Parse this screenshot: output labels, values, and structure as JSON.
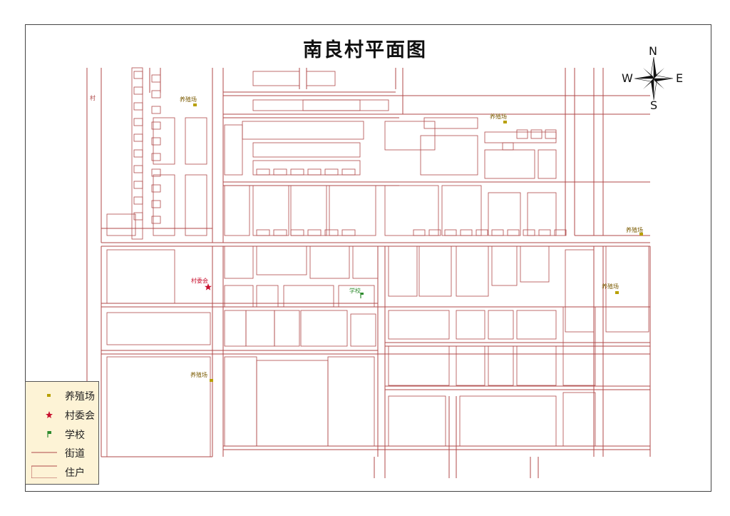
{
  "map": {
    "title": "南良村平面图",
    "compass": {
      "n": "N",
      "s": "S",
      "e": "E",
      "w": "W"
    },
    "poi_labels": {
      "farm_nw": "养殖场",
      "farm_ne": "养殖场",
      "farm_e1": "养殖场",
      "farm_e2": "养殖场",
      "farm_w": "养殖场",
      "village_committee": "村委会",
      "school": "学校",
      "village_left": "村"
    },
    "colors": {
      "street": "#b04a4a",
      "building": "#b04a4a",
      "frame": "#444444",
      "legend_bg": "#fdf3d6",
      "farm_marker": "#b8a000",
      "committee_marker": "#c8102e",
      "school_marker": "#2e8b2e"
    }
  },
  "legend": {
    "items": [
      {
        "label": "养殖场",
        "symbol": "farm-marker"
      },
      {
        "label": "村委会",
        "symbol": "committee-star"
      },
      {
        "label": "学校",
        "symbol": "school-flag"
      },
      {
        "label": "街道",
        "symbol": "street-line"
      },
      {
        "label": "住户",
        "symbol": "household-box"
      }
    ]
  }
}
